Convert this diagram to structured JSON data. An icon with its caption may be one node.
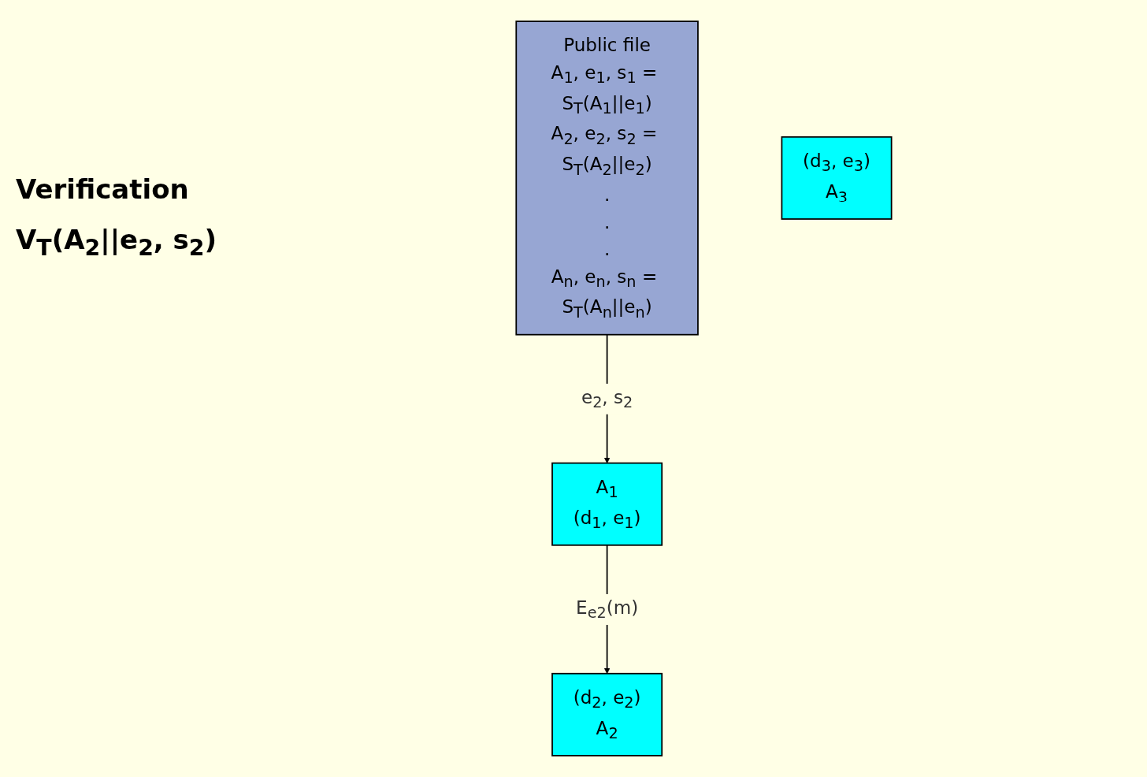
{
  "diagram": {
    "nodes": [
      {
        "text": [
          "A$_{1}$",
          "(d$_{1}$, e$_{1}$)"
        ]
      },
      {
        "text": [
          "Public file",
          "A$_{1}$, e$_{1}$, s$_{1}$ = S$_{T}$(A$_{1}$||e$_{1}$)",
          "A$_{2}$, e$_{2}$, s$_{2}$ = S$_{T}$(A$_{2}$||e$_{2}$)",
          ".",
          ".",
          ".",
          "A$_{n}$, e$_{n}$, s$_{n}$ = S$_{T}$(A$_{n}$||e$_{n}$)"
        ]
      },
      {
        "text": [
          "(d$_{2}$, e$_{2}$)",
          "A$_{2}$"
        ]
      },
      {
        "text": [
          "(d$_{3}$, e$_{3}$)",
          "A$_{3}$"
        ]
      }
    ],
    "edges": [
      {
        "from": 1,
        "to": 0,
        "arrow": "to",
        "label": "e$_{2}$, s$_{2}$"
      },
      {
        "from": 0,
        "to": 2,
        "arrow": "to",
        "label": "E$_{e2}$(m)"
      }
    ],
    "labels": [
      "Verification",
      "V$_{T}$(A$_{2}$||e$_{2}$, s$_{2}$)"
    ]
  }
}
